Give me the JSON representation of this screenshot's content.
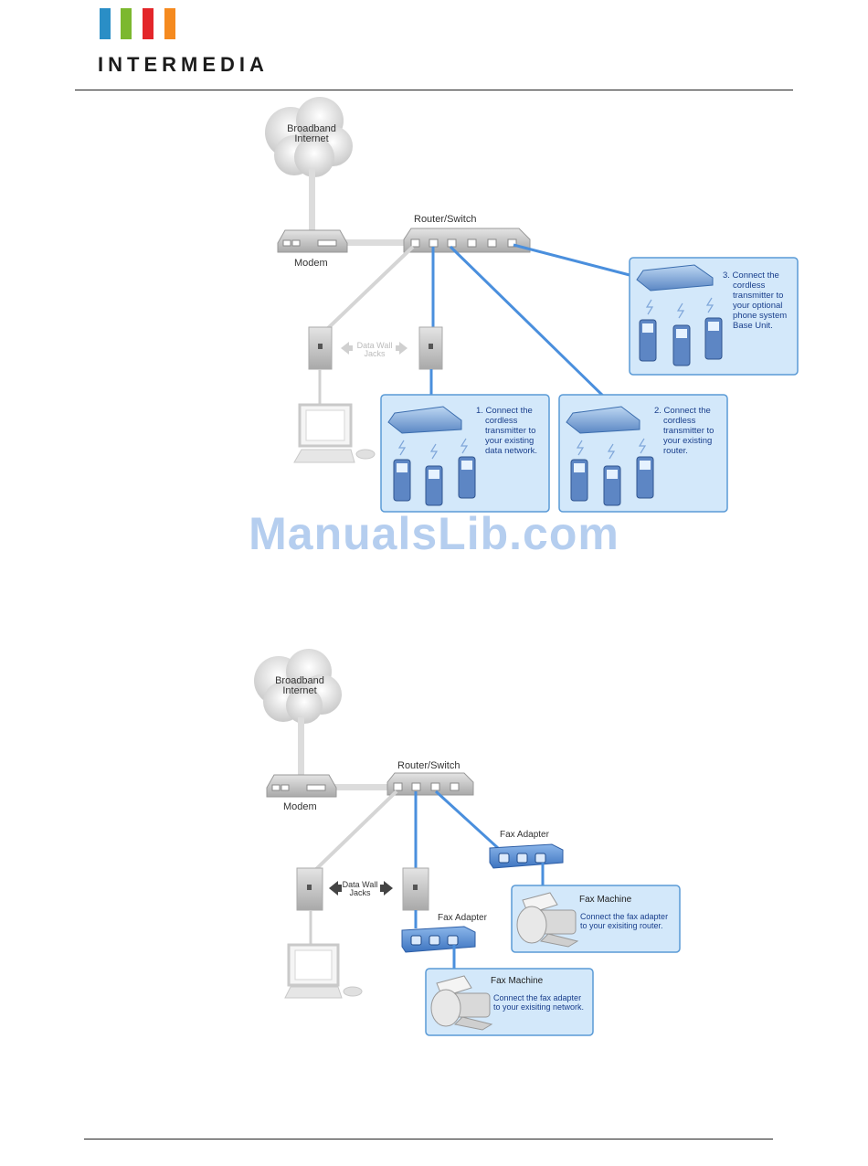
{
  "brand": {
    "name": "INTERMEDIA",
    "bar_colors": [
      "#2a8ec6",
      "#7cb82f",
      "#e3262a",
      "#f58a1f"
    ]
  },
  "watermark": "ManualsLib.com",
  "diagram1": {
    "cloud": [
      "Broadband",
      "Internet"
    ],
    "modem": "Modem",
    "router": "Router/Switch",
    "wall_jacks": [
      "Data Wall",
      "Jacks"
    ],
    "step1": [
      "1. Connect the",
      "cordless",
      "transmitter to",
      "your existing",
      "data network."
    ],
    "step2": [
      "2. Connect the",
      "cordless",
      "transmitter to",
      "your existing",
      "router."
    ],
    "step3": [
      "3. Connect the",
      "cordless",
      "transmitter to",
      "your optional",
      "phone system",
      "Base Unit."
    ]
  },
  "diagram2": {
    "cloud": [
      "Broadband",
      "Internet"
    ],
    "modem": "Modem",
    "router": "Router/Switch",
    "wall_jacks": [
      "Data Wall",
      "Jacks"
    ],
    "fax_adapter_top": "Fax Adapter",
    "fax_adapter_bottom": "Fax Adapter",
    "fax_machine_top": {
      "title": "Fax Machine",
      "desc": [
        "Connect the fax adapter",
        "to your exisiting router."
      ]
    },
    "fax_machine_bottom": {
      "title": "Fax Machine",
      "desc": [
        "Connect the fax adapter",
        "to your exisiting network."
      ]
    }
  }
}
